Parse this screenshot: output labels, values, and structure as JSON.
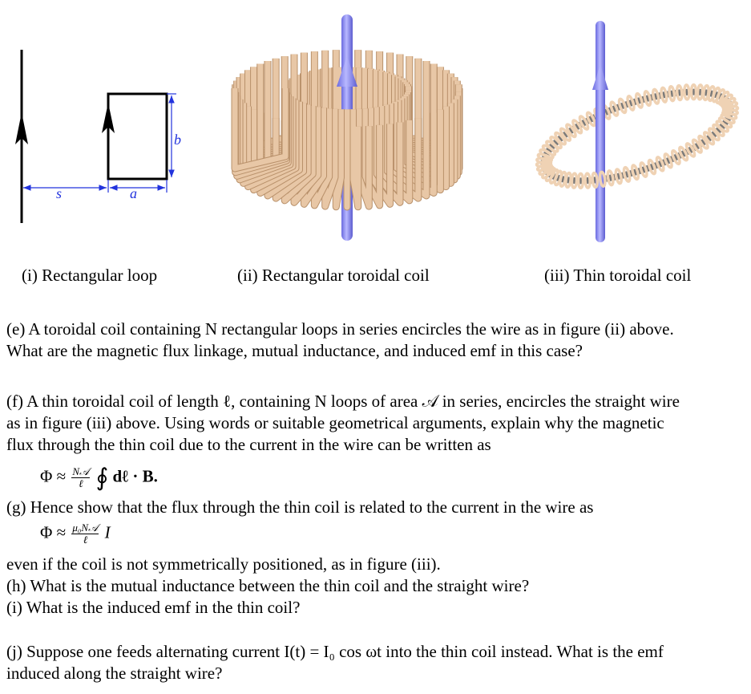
{
  "figures": {
    "loop": {
      "label_s": "s",
      "label_a": "a",
      "label_b": "b",
      "colors": {
        "wire": "#000000",
        "dimension": "#2233dd"
      }
    },
    "rect_toroid": {
      "colors": {
        "wire": "#8080e8",
        "coil": "#e8c7a6",
        "coil_shadow": "#b8906a"
      }
    },
    "thin_toroid": {
      "colors": {
        "wire": "#8080e8",
        "coil": "#efd2b4",
        "core": "#7a7a7a"
      }
    }
  },
  "captions": {
    "i": "(i)  Rectangular loop",
    "ii": "(ii)  Rectangular toroidal coil",
    "iii": "(iii)  Thin toroidal coil"
  },
  "questions": {
    "e": {
      "line1": "(e)  A toroidal coil containing N rectangular loops in series encircles the wire as in figure (ii) above.",
      "line2": "What are the magnetic flux linkage, mutual inductance, and induced emf in this case?"
    },
    "f": {
      "line1": "(f)  A thin toroidal coil of length ℓ, containing N loops of area 𝒜 in series, encircles the straight wire",
      "line2": "as in figure (iii) above.  Using words or suitable geometrical arguments, explain why the magnetic",
      "line3": "flux through the thin coil due to the current in the wire can be written as"
    },
    "eq1": {
      "lhs": "Φ ≈",
      "num": "N𝒜",
      "den": "ℓ",
      "integral": "∮",
      "rhs": "dℓ · B."
    },
    "g": {
      "line1": "(g)  Hence show that the flux through the thin coil is related to the current in the wire as"
    },
    "eq2": {
      "lhs": "Φ ≈",
      "num": "μ₀N𝒜",
      "den": "ℓ",
      "rhs": "I"
    },
    "g_after": "even if the coil is not symmetrically positioned, as in figure (iii).",
    "h": "(h)  What is the mutual inductance between the thin coil and the straight wire?",
    "i": "(i)  What is the induced emf in the thin coil?",
    "j": {
      "line1": "(j)  Suppose one feeds alternating current I(t) = I₀ cos ωt into the thin coil instead.  What is the emf",
      "line2": "induced along the straight wire?"
    }
  }
}
